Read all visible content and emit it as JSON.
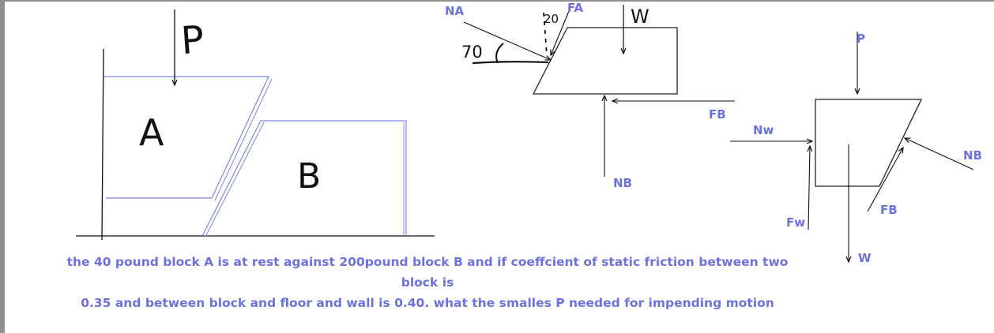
{
  "handwritten": {
    "p": "P",
    "a": "A",
    "b": "B",
    "w": "W",
    "angle_70": "70",
    "angle_20": "20"
  },
  "labels": {
    "na": "NA",
    "fa": "FA",
    "fb_a": "FB",
    "nb_a": "NB",
    "nw": "Nw",
    "fw": "Fw",
    "p_b": "P",
    "nb_b": "NB",
    "fb_b": "FB",
    "w_b": "W"
  },
  "problem": {
    "line1": "the 40 pound block A is at rest against 200pound block B and if coeffcient of static friction between two block is",
    "line2": "0.35 and between block and floor and wall is 0.40. what the smalles P needed for impending motion"
  },
  "colors": {
    "blue_label": "#6b72e0",
    "blue_line": "#7f87e6",
    "ink": "#111111"
  }
}
